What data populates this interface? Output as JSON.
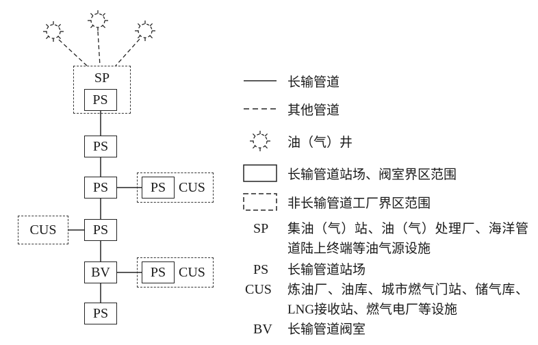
{
  "labels": {
    "sp": "SP",
    "ps": "PS",
    "cus": "CUS",
    "bv": "BV"
  },
  "legend": {
    "items": [
      {
        "symbol": "solid-line",
        "label": "长输管道"
      },
      {
        "symbol": "dashed-line",
        "label": "其他管道"
      },
      {
        "symbol": "well",
        "label": "油（气）井"
      },
      {
        "symbol": "solid-rect",
        "label": "长输管道站场、阀室界区范围"
      },
      {
        "symbol": "dashed-rect",
        "label": "非长输管道工厂界区范围"
      }
    ],
    "abbreviations": [
      {
        "abbr": "SP",
        "desc": "集油（气）站、油（气）处理厂、海洋管道陆上终端等油气源设施"
      },
      {
        "abbr": "PS",
        "desc": "长输管道站场"
      },
      {
        "abbr": "CUS",
        "desc": "炼油厂、油库、城市燃气门站、储气库、LNG接收站、燃气电厂等设施"
      },
      {
        "abbr": "BV",
        "desc": "长输管道阀室"
      }
    ]
  },
  "colors": {
    "line": "#222222",
    "text": "#1a1a1a"
  }
}
